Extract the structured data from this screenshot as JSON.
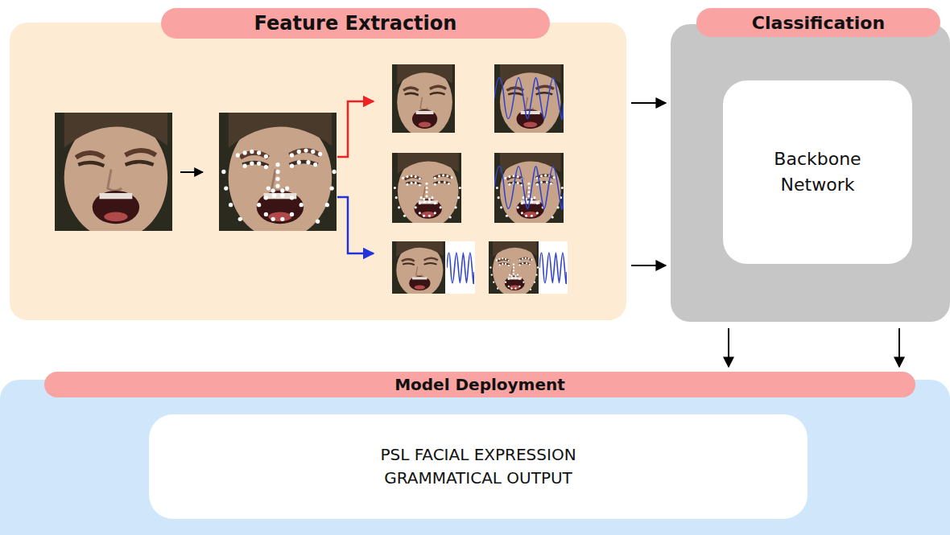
{
  "diagram": {
    "nodes": [
      {
        "text": [
          "Feature Extraction"
        ]
      },
      {
        "text": [
          "Classification"
        ]
      },
      {
        "text": [
          "Backbone Network"
        ],
        "in": 1
      },
      {
        "text": [
          "Model Deployment"
        ]
      },
      {
        "text": [
          "PSL FACIAL EXPRESSION GRAMMATICAL OUTPUT"
        ],
        "in": 3
      }
    ],
    "edges": [
      {
        "from": 0,
        "to": 1,
        "arrow": "to"
      },
      {
        "from": 0,
        "to": 1,
        "arrow": "to"
      },
      {
        "from": 1,
        "to": 3,
        "arrow": "to"
      },
      {
        "from": 1,
        "to": 3,
        "arrow": "to"
      }
    ]
  }
}
